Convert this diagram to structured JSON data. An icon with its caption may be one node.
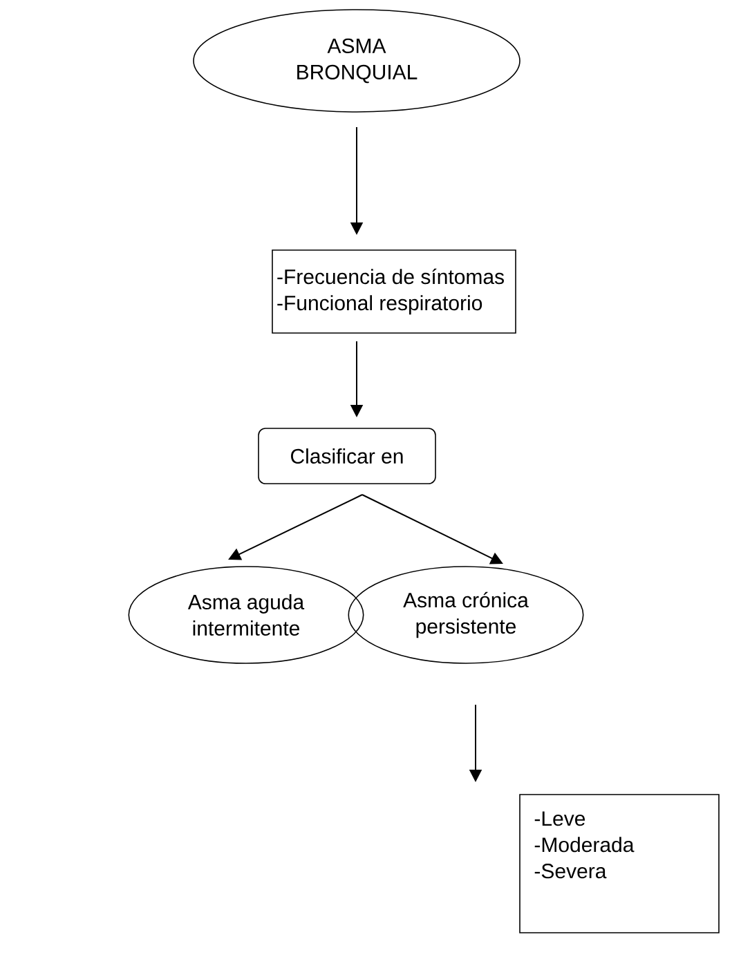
{
  "diagram": {
    "nodes": [
      {
        "text": [
          "ASMA BRONQUIAL"
        ]
      },
      {
        "text": [
          "-Frecuencia de síntomas",
          "-Funcional respiratorio"
        ]
      },
      {
        "text": [
          "Clasificar en"
        ]
      },
      {
        "text": [
          "Asma aguda intermitente"
        ]
      },
      {
        "text": [
          "Asma crónica persistente"
        ]
      },
      {
        "text": [
          "-Leve",
          "-Moderada",
          "-Severa"
        ]
      }
    ],
    "edges": [
      {
        "from": 0,
        "to": 1,
        "arrow": "to"
      },
      {
        "from": 1,
        "to": 2,
        "arrow": "to"
      },
      {
        "from": 2,
        "to": 3,
        "arrow": "to"
      },
      {
        "from": 2,
        "to": 4,
        "arrow": "to"
      },
      {
        "from": 4,
        "to": 5,
        "arrow": "to"
      }
    ]
  }
}
